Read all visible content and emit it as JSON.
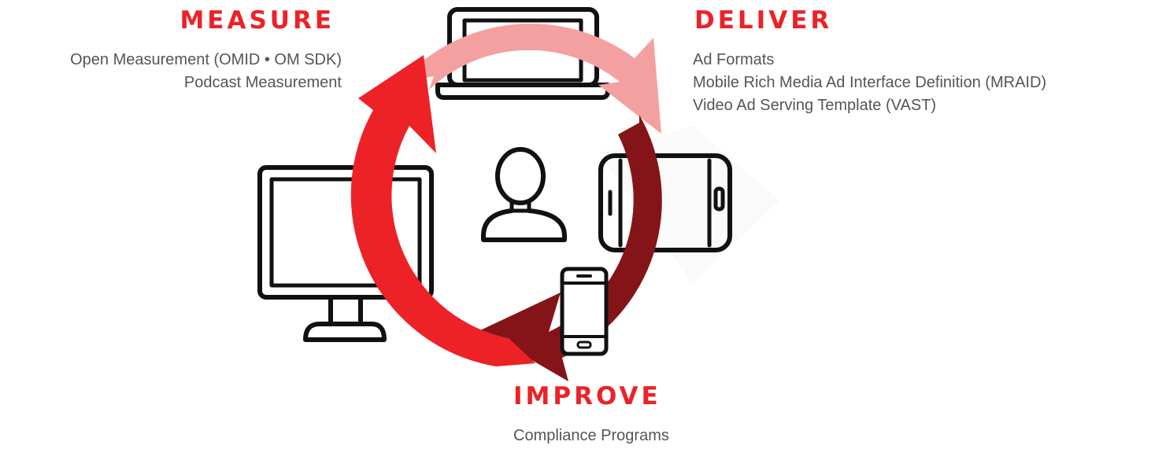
{
  "measure": {
    "heading": "MEASURE",
    "items": [
      "Open Measurement (OMID • OM SDK)",
      "Podcast Measurement"
    ]
  },
  "deliver": {
    "heading": "DELIVER",
    "items": [
      "Ad Formats",
      "Mobile Rich Media Ad Interface Definition (MRAID)",
      "Video Ad Serving Template (VAST)"
    ]
  },
  "improve": {
    "heading": "IMPROVE",
    "items": [
      "Compliance Programs"
    ]
  },
  "icons": [
    "laptop-icon",
    "tablet-icon",
    "smartphone-icon",
    "desktop-monitor-icon",
    "user-icon"
  ],
  "colors": {
    "accent_red": "#ec2227",
    "pink_arrow": "#f4a0a0",
    "dark_red_arrow": "#851418",
    "text_gray": "#555555"
  }
}
